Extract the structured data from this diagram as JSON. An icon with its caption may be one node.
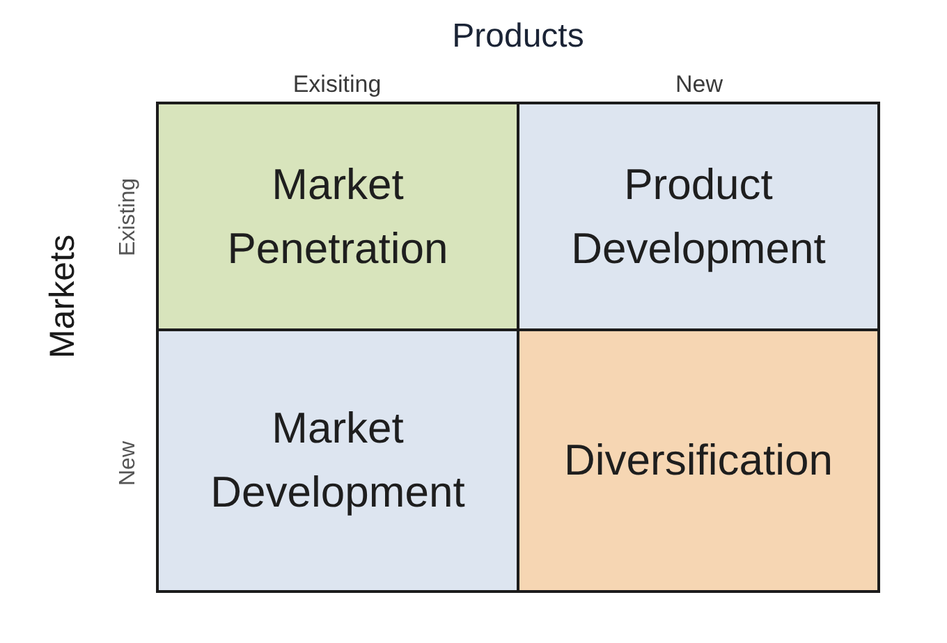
{
  "diagram": {
    "nodes": [
      {
        "text": [
          "Market Penetration"
        ]
      },
      {
        "text": [
          "Product Development"
        ]
      },
      {
        "text": [
          "Market Development"
        ]
      },
      {
        "text": [
          "Diversification"
        ]
      }
    ],
    "labels": [
      "Products",
      "Exisiting",
      "New",
      "Markets",
      "Existing",
      "New"
    ]
  }
}
